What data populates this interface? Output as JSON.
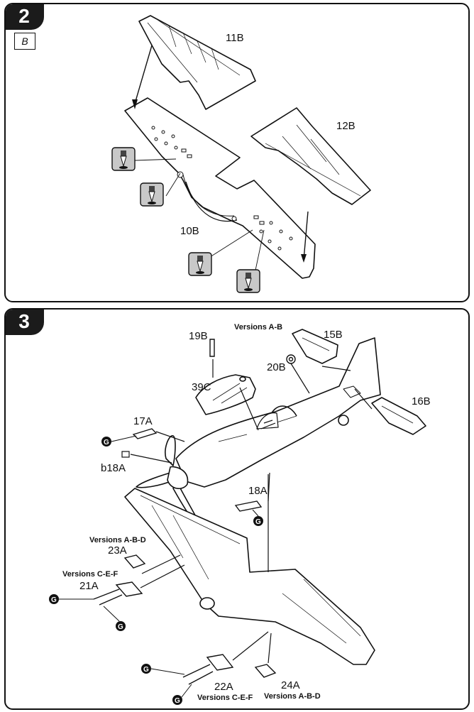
{
  "step2": {
    "number": "2",
    "version_badge": "B",
    "parts": {
      "wing_left": "11B",
      "wing_right": "12B",
      "wing_lower": "10B"
    }
  },
  "step3": {
    "number": "3",
    "parts": {
      "p19": "19B",
      "p39": "39C",
      "p15": "15B",
      "p20": "20B",
      "p16": "16B",
      "p17": "17A",
      "p18b": "b18A",
      "p18": "18A",
      "p23": "23A",
      "p21": "21A",
      "p22": "22A",
      "p24": "24A"
    },
    "versions": {
      "ab": "Versions A-B",
      "abd_upper": "Versions A-B-D",
      "cef_upper": "Versions C-E-F",
      "cef_lower": "Versions C-E-F",
      "abd_lower": "Versions A-B-D"
    },
    "sprue_marker": "G"
  },
  "colors": {
    "ink": "#111111",
    "glue_gray": "#c8c8c8"
  }
}
